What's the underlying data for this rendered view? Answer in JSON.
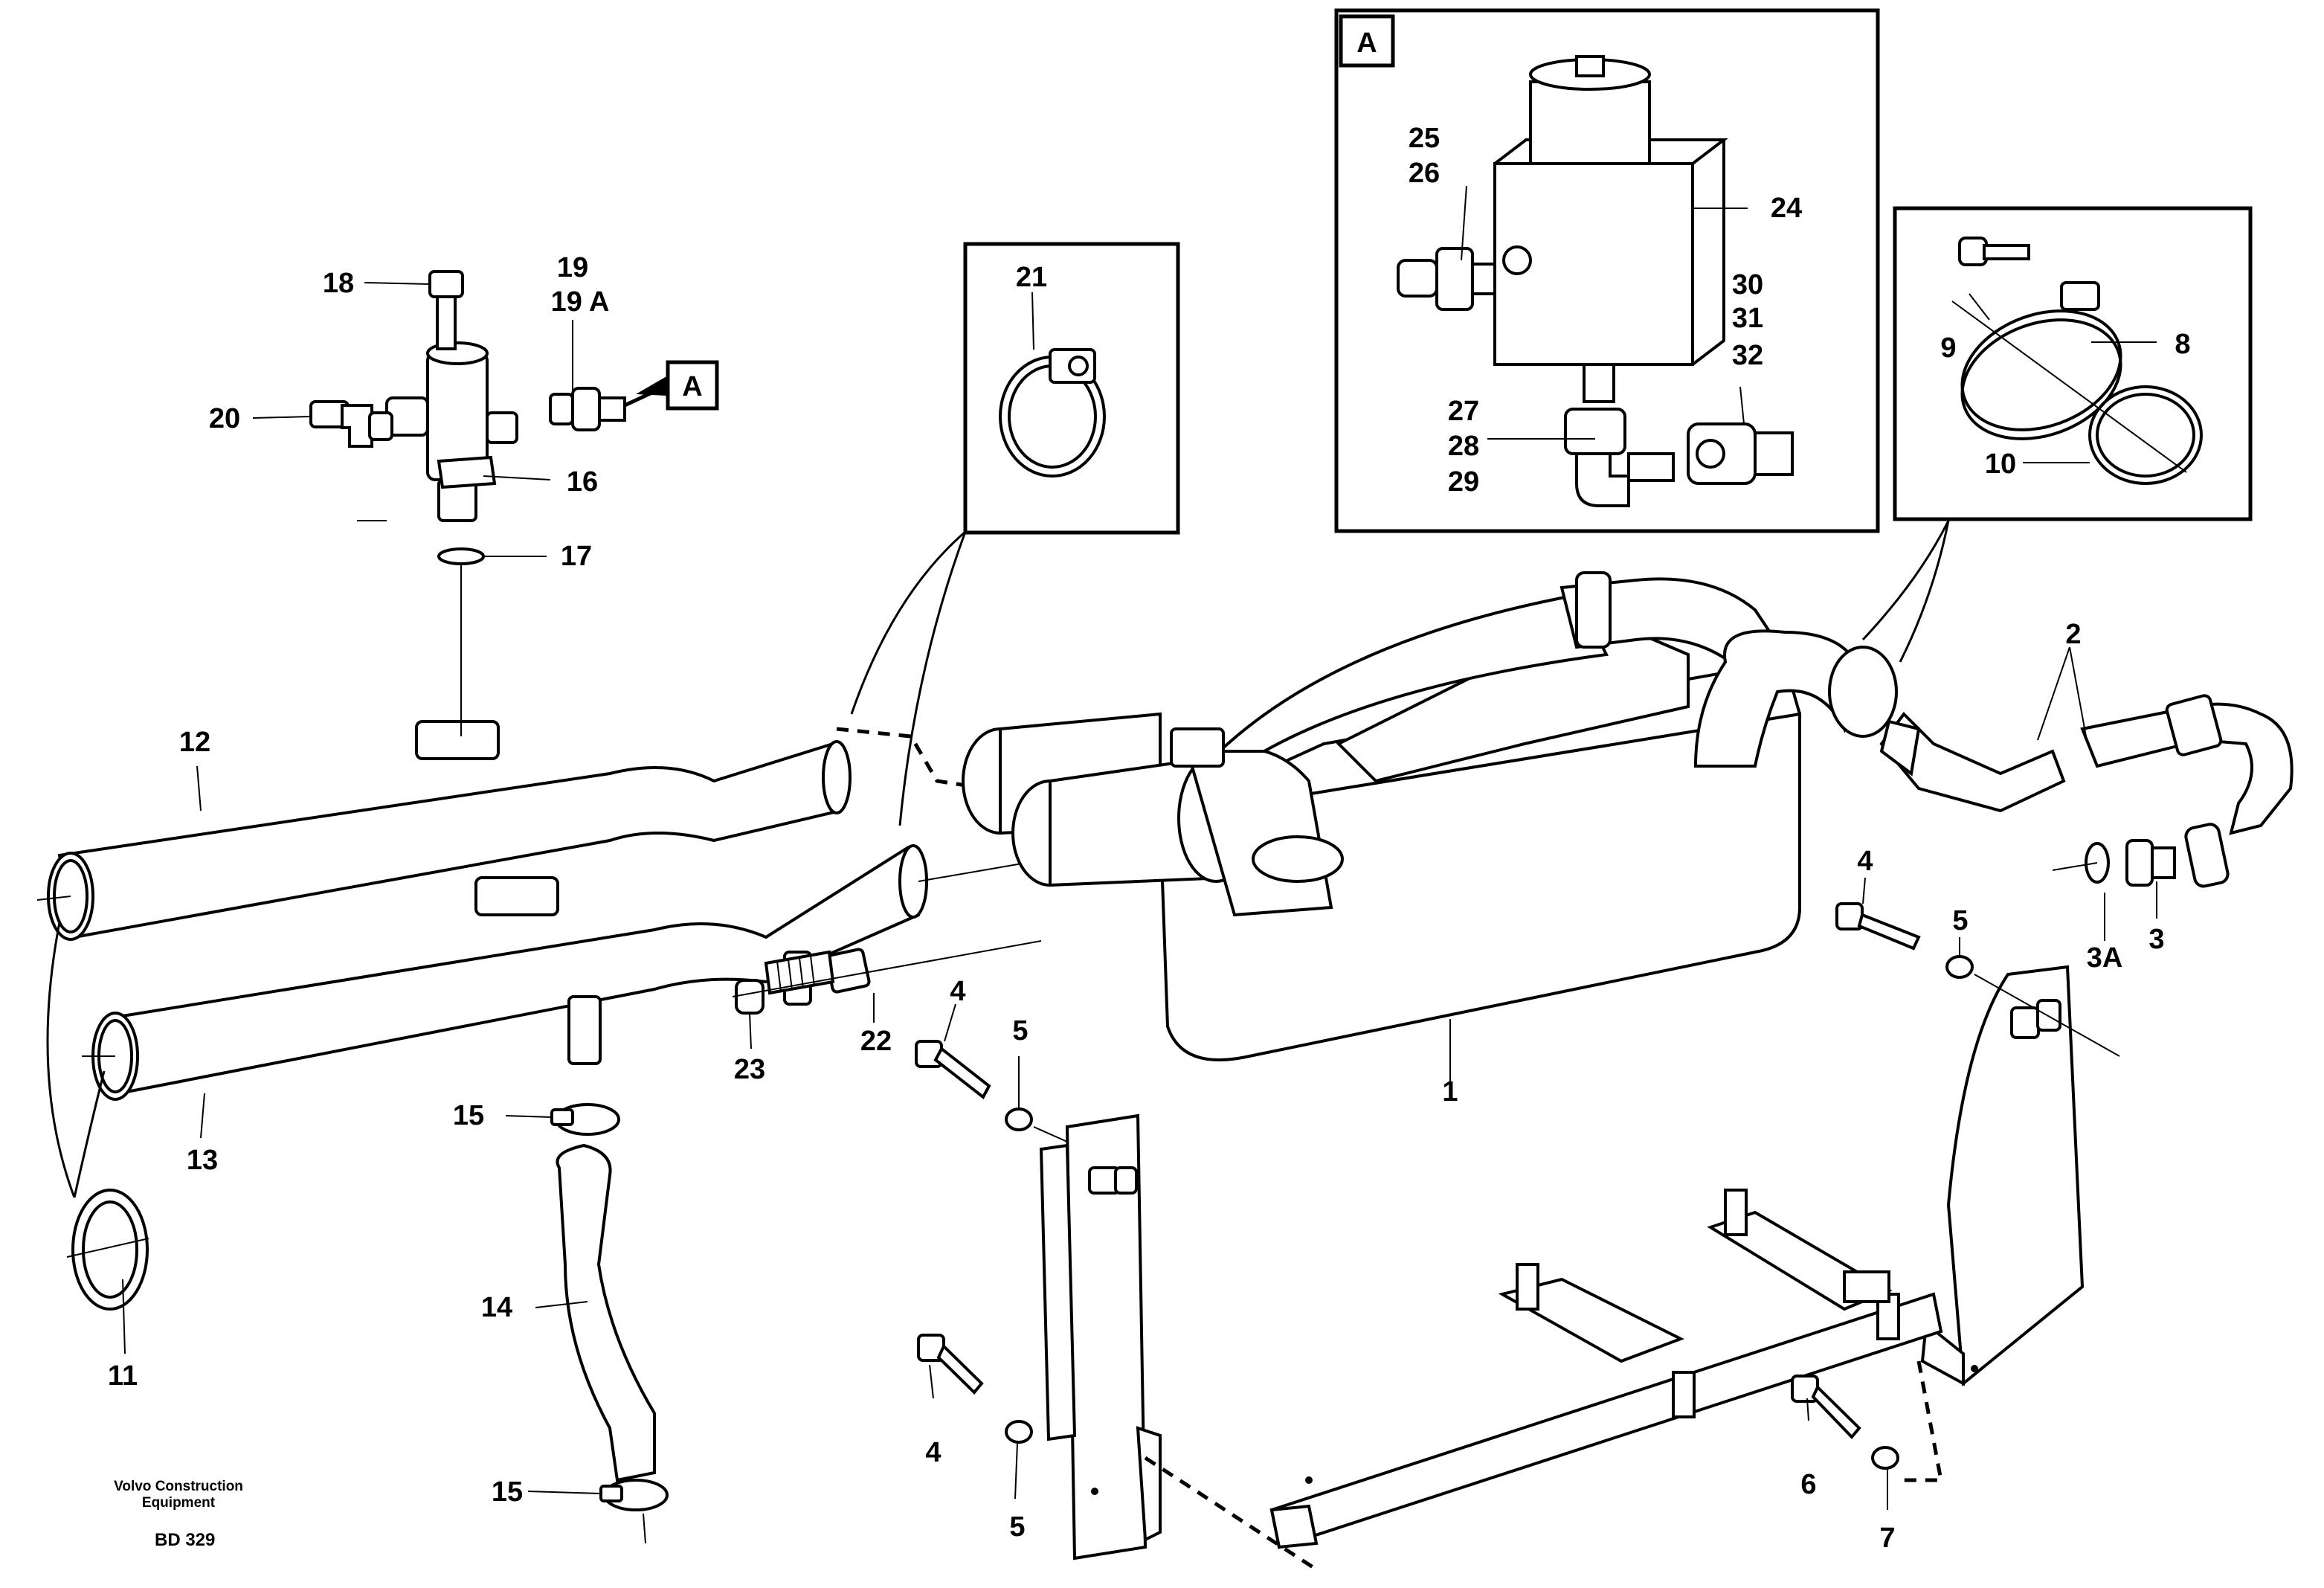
{
  "diagram": {
    "callout_a": "A",
    "labels": {
      "p1": "1",
      "p2": "2",
      "p3": "3",
      "p3a": "3A",
      "p4a": "4",
      "p4b": "4",
      "p4c": "4",
      "p5a": "5",
      "p5b": "5",
      "p5c": "5",
      "p6": "6",
      "p7": "7",
      "p8": "8",
      "p9": "9",
      "p10": "10",
      "p11": "11",
      "p12": "12",
      "p13": "13",
      "p14": "14",
      "p15a": "15",
      "p15b": "15",
      "p16": "16",
      "p17": "17",
      "p18": "18",
      "p19": "19",
      "p19a": "19 A",
      "p20": "20",
      "p21": "21",
      "p22": "22",
      "p23": "23",
      "p24": "24",
      "p25": "25",
      "p26": "26",
      "p27": "27",
      "p28": "28",
      "p29": "29",
      "p30": "30",
      "p31": "31",
      "p32": "32"
    },
    "footer": {
      "company_line1": "Volvo Construction",
      "company_line2": "Equipment",
      "drawing_code": "BD 329"
    }
  }
}
